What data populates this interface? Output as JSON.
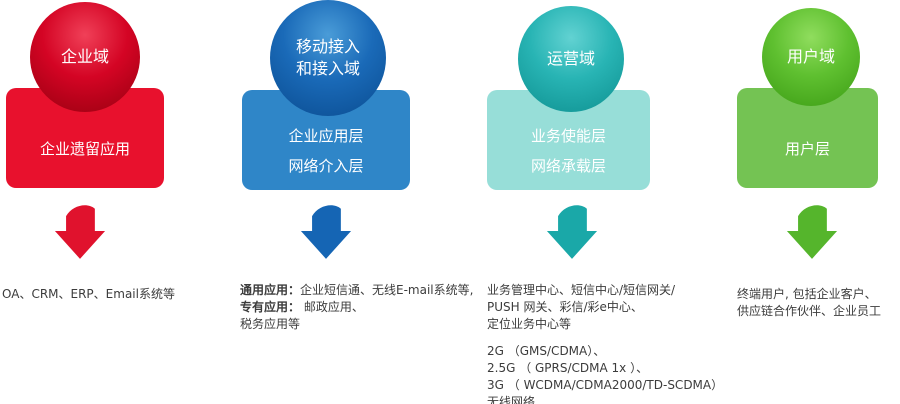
{
  "columns": [
    {
      "name": "enterprise-domain",
      "circle": {
        "lines": [
          "企业域"
        ]
      },
      "box": {
        "lines": [
          "企业遗留应用"
        ]
      },
      "colors": {
        "circle": "#d40424",
        "box": "#e8112d",
        "arrow": "#e0122d"
      },
      "description": {
        "lines": [
          "OA、CRM、ERP、Email系统等"
        ]
      }
    },
    {
      "name": "mobile-access-domain",
      "circle": {
        "lines": [
          "移动接入",
          "和接入域"
        ]
      },
      "box": {
        "lines": [
          "企业应用层",
          "网络介入层"
        ]
      },
      "colors": {
        "circle": "#1a6ab8",
        "box": "#2f86c8",
        "arrow": "#1565b4"
      },
      "description": {
        "rows": [
          {
            "label": "通用应用：",
            "text": "企业短信通、无线E-mail系统等,"
          },
          {
            "label": "专有应用：",
            "text": " 邮政应用、"
          },
          {
            "label": "",
            "text": "税务应用等"
          }
        ]
      }
    },
    {
      "name": "operation-domain",
      "circle": {
        "lines": [
          "运营域"
        ]
      },
      "box": {
        "lines": [
          "业务使能层",
          "网络承载层"
        ]
      },
      "colors": {
        "circle": "#28b4b4",
        "box": "#97ded8",
        "arrow": "#1aa8a8"
      },
      "description": {
        "lines": [
          "业务管理中心、短信中心/短信网关/",
          "PUSH 网关、彩信/彩e中心、",
          "定位业务中心等"
        ],
        "lines2": [
          "2G （GMS/CDMA）、",
          "2.5G （ GPRS/CDMA 1x ）、",
          "3G （ WCDMA/CDMA2000/TD-SCDMA）",
          "无线网络"
        ]
      }
    },
    {
      "name": "user-domain",
      "circle": {
        "lines": [
          "用户域"
        ]
      },
      "box": {
        "lines": [
          "用户层"
        ]
      },
      "colors": {
        "circle": "#5fc030",
        "box": "#74c353",
        "arrow": "#55b52c"
      },
      "description": {
        "lines": [
          "终端用户, 包括企业客户、",
          "供应链合作伙伴、企业员工"
        ]
      }
    }
  ]
}
